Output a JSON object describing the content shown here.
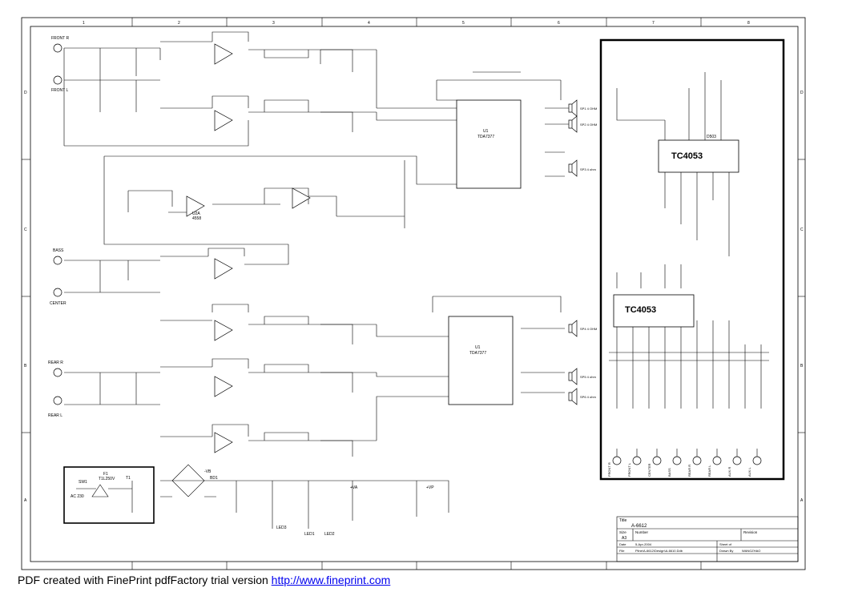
{
  "columns": [
    "1",
    "2",
    "3",
    "4",
    "5",
    "6",
    "7",
    "8"
  ],
  "rows": [
    "D",
    "C",
    "B",
    "A"
  ],
  "inputs": {
    "front_r": "FRONT R",
    "front_l": "FRONT L",
    "bass": "BASS",
    "center": "CENTER",
    "rear_r": "REAR R",
    "rear_l": "REAR L"
  },
  "outputs": {
    "front_r": "FRONT R",
    "front_l": "FRONT L",
    "center": "CENTER",
    "bass": "BASS",
    "rear_r": "REAR R",
    "rear_l": "REAR L",
    "aux_r": "AUX R",
    "aux_l": "AUX L"
  },
  "ics": {
    "u1_label": "U1",
    "u1_part": "TDA7377",
    "u2a": "U2A",
    "u2_part": "4558",
    "tc4053_a": "TC4053",
    "tc4053_b": "TC4053",
    "d503": "D503"
  },
  "speakers": [
    "SP1 4 OHM",
    "SP2 4 OHM",
    "SP3 4 ohm",
    "SP4 4 OHM",
    "SP5 4 ohm",
    "SP6 4 ohm"
  ],
  "power": {
    "vcc": "+VA",
    "vb": "-VB",
    "vp": "+VP",
    "sw1": "SW1",
    "f1": "F1",
    "f1_rating": "T1L250V",
    "t1": "T1",
    "bd1": "BD1",
    "ac": "AC 230"
  },
  "leds": [
    "LED3",
    "LED1",
    "LED2"
  ],
  "title_block": {
    "title_label": "Title",
    "title": "A-6612",
    "size_label": "Size",
    "size": "A3",
    "number_label": "Number",
    "revision_label": "Revision",
    "date_label": "Date",
    "date": "5-Apr-2004",
    "sheet_label": "Sheet of",
    "file_label": "File",
    "file": "Pline\\A-6612\\Design\\A-6610.Ddb",
    "drawn_label": "Drawn By",
    "drawn": "WANGZHAO"
  },
  "footer": {
    "text": "PDF created with FinePrint pdfFactory trial version ",
    "link": "http://www.fineprint.com"
  }
}
